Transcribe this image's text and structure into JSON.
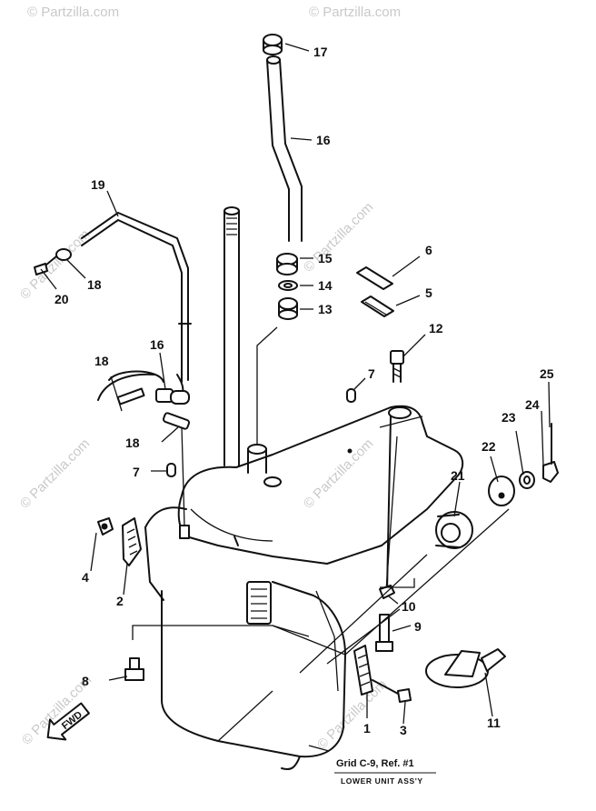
{
  "watermark": "© Partzilla.com",
  "caption": {
    "ref": "Grid C-9, Ref. #1",
    "title": "LOWER UNIT ASS'Y"
  },
  "fwd": "FWD",
  "callouts": [
    "17",
    "16",
    "19",
    "18",
    "20",
    "15",
    "14",
    "13",
    "6",
    "5",
    "12",
    "7",
    "25",
    "18",
    "16",
    "18",
    "24",
    "23",
    "22",
    "7",
    "21",
    "4",
    "2",
    "10",
    "9",
    "8",
    "1",
    "3",
    "11"
  ]
}
